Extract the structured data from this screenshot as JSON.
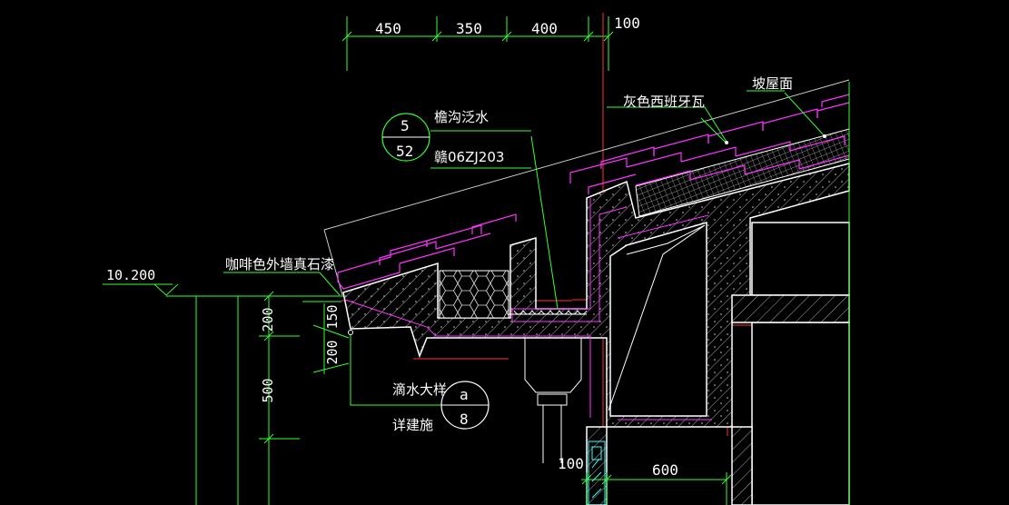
{
  "drawing": {
    "top_dimensions": [
      "450",
      "350",
      "400",
      "100"
    ],
    "left_dimensions": [
      "200",
      "500"
    ],
    "level_value": "10.200",
    "slab_dimensions": [
      "150",
      "200"
    ],
    "bottom_dimensions": [
      "100",
      "600"
    ],
    "labels": {
      "slope_roof": "坡屋面",
      "grey_tile": "灰色西班牙瓦",
      "gutter_flashing": "檐沟泛水",
      "standard_ref": "赣06ZJ203",
      "coffee_paint": "咖啡色外墙真石漆",
      "drip_detail": "滴水大样",
      "see_arch": "详建施"
    },
    "detail_symbol_1": {
      "top": "5",
      "bottom": "52"
    },
    "detail_symbol_2": {
      "top": "a",
      "bottom": "8"
    }
  },
  "colors": {
    "background": "#000000",
    "outline": "#ffffff",
    "tile": "#ff33ff",
    "leader": "#33ff33",
    "axis": "#ff3333",
    "dimension": "#33ff33"
  }
}
